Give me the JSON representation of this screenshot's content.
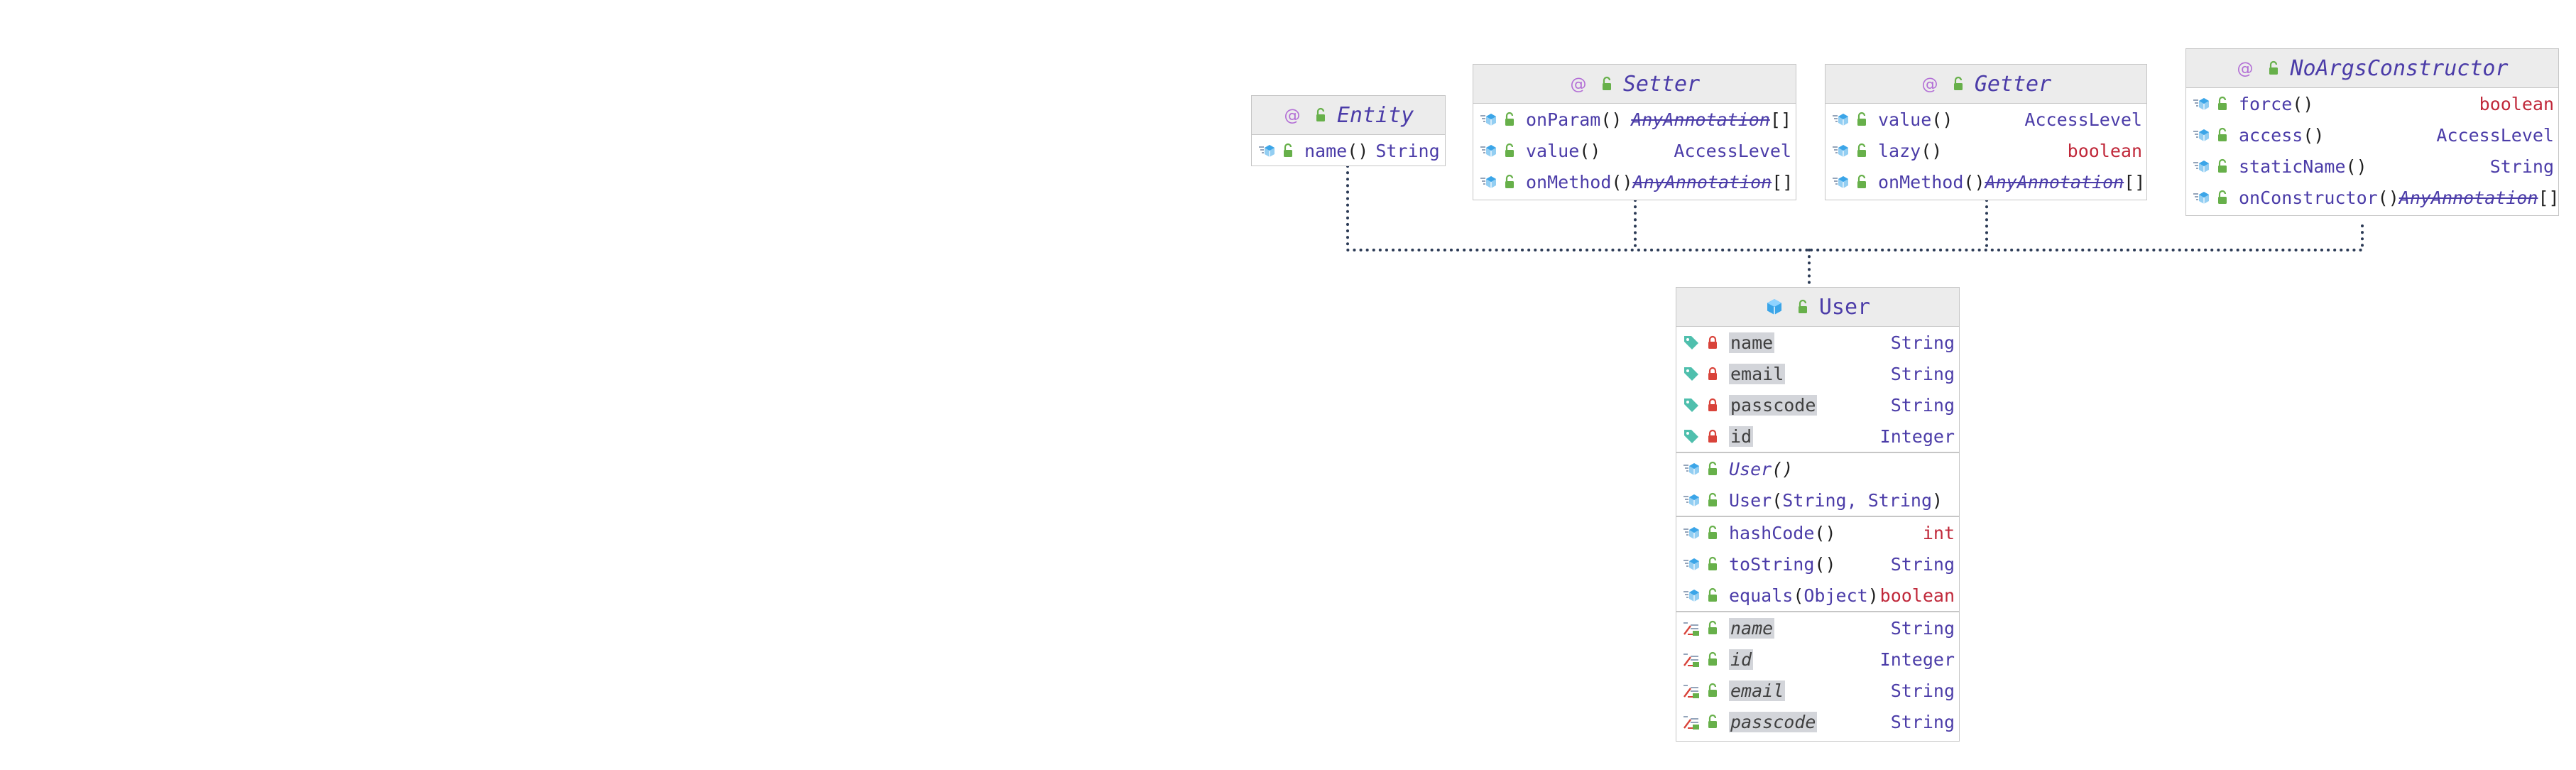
{
  "colors": {
    "header_bg": "#ececec",
    "border": "#c6c6c6",
    "type_purple": "#4b3ca8",
    "type_red": "#c0283a",
    "annotation_purple": "#b36fd6",
    "class_blue": "#3ba5e8",
    "lock_green": "#67b04a",
    "lock_red": "#d9433a",
    "field_teal": "#4fbfad",
    "connector": "#2b3a55"
  },
  "icons": {
    "annotation": "annotation-at-icon",
    "class": "class-cube-icon",
    "method": "method-icon",
    "field": "field-tag-icon",
    "property": "property-icon",
    "public": "public-lock-icon",
    "private": "private-lock-icon"
  },
  "annotations": {
    "entity": {
      "title": "Entity",
      "members": [
        {
          "name": "name",
          "params": "()",
          "type": "String"
        }
      ]
    },
    "setter": {
      "title": "Setter",
      "members": [
        {
          "name": "onParam",
          "params": "()",
          "type": "AnyAnnotation",
          "array": "[]"
        },
        {
          "name": "value",
          "params": "()",
          "type": "AccessLevel"
        },
        {
          "name": "onMethod",
          "params": "()",
          "type": "AnyAnnotation",
          "array": "[]"
        }
      ]
    },
    "getter": {
      "title": "Getter",
      "members": [
        {
          "name": "value",
          "params": "()",
          "type": "AccessLevel"
        },
        {
          "name": "lazy",
          "params": "()",
          "type": "boolean"
        },
        {
          "name": "onMethod",
          "params": "()",
          "type": "AnyAnnotation",
          "array": "[]"
        }
      ]
    },
    "noargs": {
      "title": "NoArgsConstructor",
      "members": [
        {
          "name": "force",
          "params": "()",
          "type": "boolean"
        },
        {
          "name": "access",
          "params": "()",
          "type": "AccessLevel"
        },
        {
          "name": "staticName",
          "params": "()",
          "type": "String"
        },
        {
          "name": "onConstructor",
          "params": "()",
          "type": "AnyAnnotation",
          "array": "[]"
        }
      ]
    }
  },
  "user": {
    "title": "User",
    "fields": [
      {
        "name": "name",
        "type": "String"
      },
      {
        "name": "email",
        "type": "String"
      },
      {
        "name": "passcode",
        "type": "String"
      },
      {
        "name": "id",
        "type": "Integer"
      }
    ],
    "constructors": [
      {
        "name": "User",
        "params": "()"
      },
      {
        "name": "User",
        "params_open": "(",
        "params_inner": "String, String",
        "params_close": ")"
      }
    ],
    "methods": [
      {
        "name": "hashCode",
        "params": "()",
        "type": "int"
      },
      {
        "name": "toString",
        "params": "()",
        "type": "String"
      },
      {
        "name": "equals",
        "params_open": "(",
        "params_inner": "Object",
        "params_close": ")",
        "type": "boolean"
      }
    ],
    "properties": [
      {
        "name": "name",
        "type": "String"
      },
      {
        "name": "id",
        "type": "Integer"
      },
      {
        "name": "email",
        "type": "String"
      },
      {
        "name": "passcode",
        "type": "String"
      }
    ]
  }
}
